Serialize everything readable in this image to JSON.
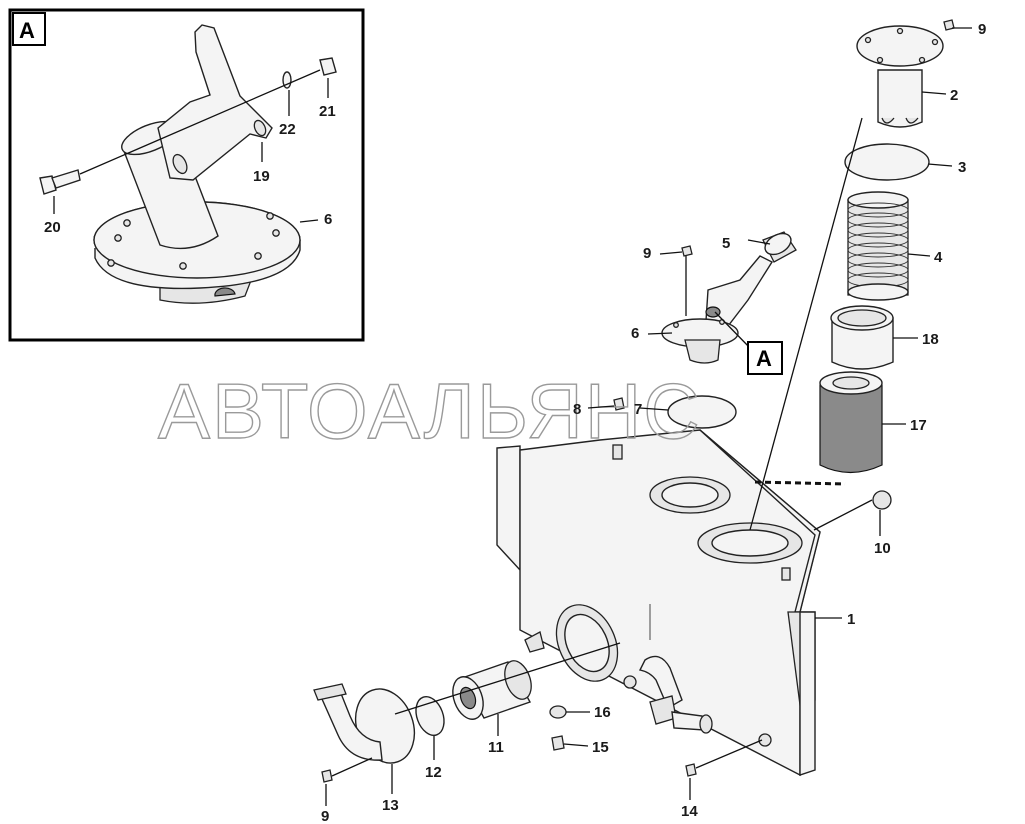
{
  "inset": {
    "callout": "A"
  },
  "detail_callout": "A",
  "watermark": "АВТОАЛЬЯНС",
  "inset_labels": {
    "l20": "20",
    "l21": "21",
    "l22": "22",
    "l19": "19",
    "l6": "6"
  },
  "labels": {
    "l9a": "9",
    "l2": "2",
    "l3": "3",
    "l4": "4",
    "l5": "5",
    "l9b": "9",
    "l6": "6",
    "l18": "18",
    "l17": "17",
    "l8": "8",
    "l7": "7",
    "l10": "10",
    "l1": "1",
    "l16": "16",
    "l15": "15",
    "l11": "11",
    "l12": "12",
    "l13": "13",
    "l9c": "9",
    "l14": "14"
  },
  "colors": {
    "line": "#111111",
    "part_fill": "#f4f4f4",
    "dark_fill": "#8a8a8a",
    "watermark": "#9a9a9a"
  }
}
